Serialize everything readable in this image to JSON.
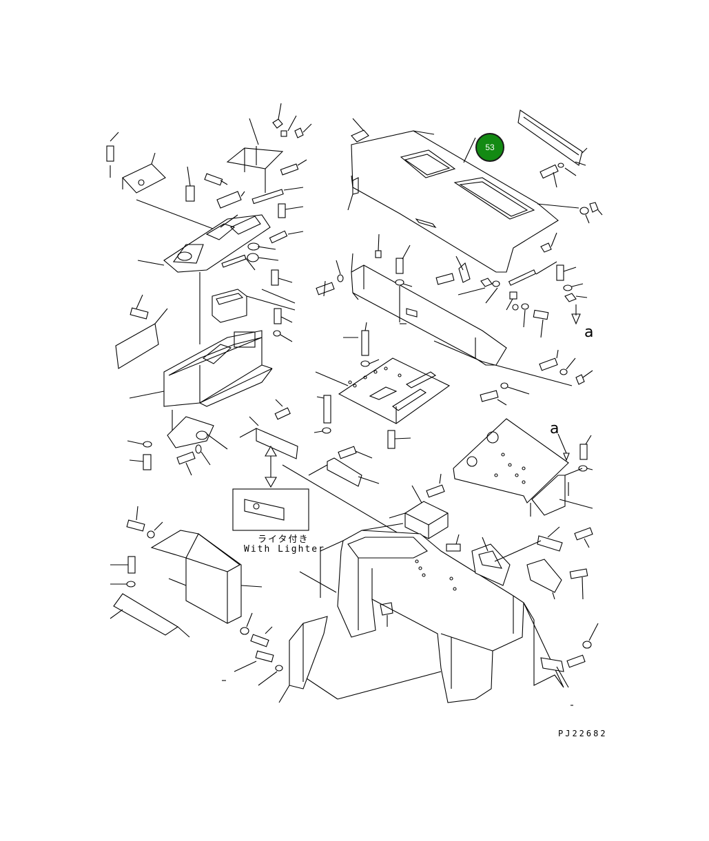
{
  "drawing_code": "PJ22682",
  "callout": {
    "number": "53",
    "color": "#138a13",
    "border": "#1a1a1a"
  },
  "inset": {
    "caption_jp": "ライタ付き",
    "caption_en": "With Lighter"
  },
  "reference_marks": {
    "upper": "a",
    "lower": "a"
  },
  "colors": {
    "line": "#000000",
    "background": "#ffffff"
  }
}
